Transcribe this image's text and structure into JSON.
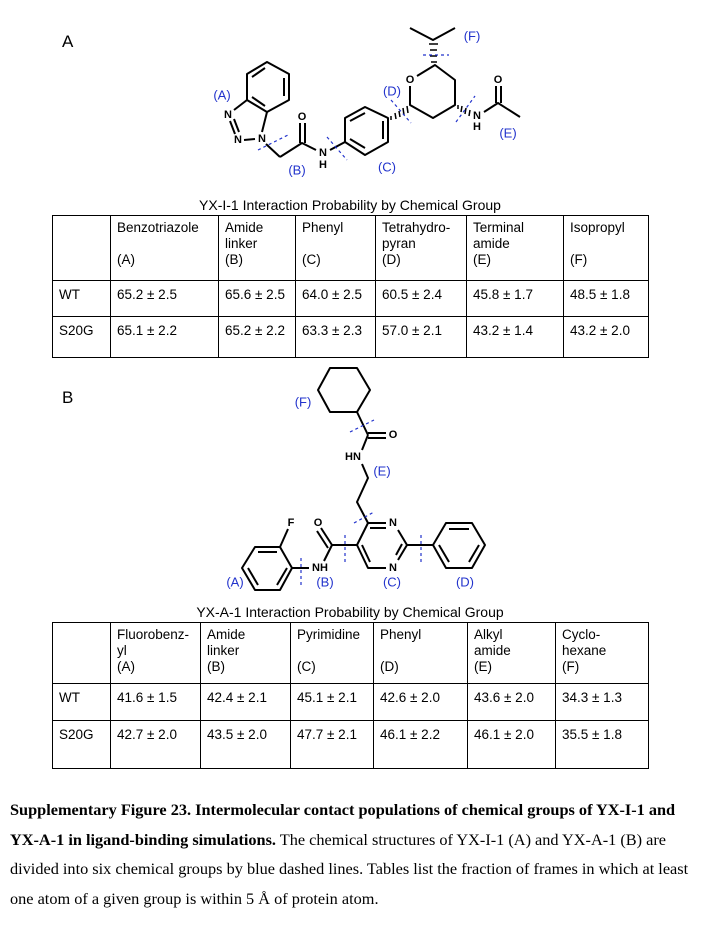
{
  "panels": {
    "a": "A",
    "b": "B"
  },
  "structure_a": {
    "atoms": {
      "n1": "N",
      "n2": "N",
      "n3": "N",
      "o1": "O",
      "nh": "N",
      "h1": "H",
      "o2": "O",
      "nh2": "N",
      "h2": "H",
      "o3": "O"
    },
    "groups": [
      "(A)",
      "(B)",
      "(C)",
      "(D)",
      "(E)",
      "(F)"
    ]
  },
  "structure_b": {
    "atoms": {
      "o1": "O",
      "hn": "HN",
      "n1": "N",
      "n2": "N",
      "o2": "O",
      "nh": "NH",
      "f": "F"
    },
    "groups": [
      "(A)",
      "(B)",
      "(C)",
      "(D)",
      "(E)",
      "(F)"
    ]
  },
  "table_a": {
    "title": "YX-I-1 Interaction Probability by Chemical Group",
    "headers": [
      [
        "Benzotriazole",
        "",
        "(A)"
      ],
      [
        "Amide",
        "linker",
        "(B)"
      ],
      [
        "Phenyl",
        "",
        "(C)"
      ],
      [
        "Tetrahydro-",
        "pyran",
        "(D)"
      ],
      [
        "Terminal",
        "amide",
        "(E)"
      ],
      [
        "Isopropyl",
        "",
        "(F)"
      ]
    ],
    "rows": [
      {
        "label": "WT",
        "values": [
          "65.2 ± 2.5",
          "65.6 ± 2.5",
          "64.0 ± 2.5",
          "60.5 ± 2.4",
          "45.8 ± 1.7",
          "48.5 ± 1.8"
        ]
      },
      {
        "label": "S20G",
        "values": [
          "65.1 ± 2.2",
          "65.2 ± 2.2",
          "63.3 ± 2.3",
          "57.0 ± 2.1",
          "43.2 ± 1.4",
          "43.2 ± 2.0"
        ]
      }
    ]
  },
  "table_b": {
    "title": "YX-A-1 Interaction Probability by Chemical Group",
    "headers": [
      [
        "Fluorobenz-",
        "yl",
        "(A)"
      ],
      [
        "Amide",
        "linker",
        "(B)"
      ],
      [
        "Pyrimidine",
        "",
        "(C)"
      ],
      [
        "Phenyl",
        "",
        "(D)"
      ],
      [
        "Alkyl",
        "amide",
        "(E)"
      ],
      [
        "Cyclo-",
        "hexane",
        "(F)"
      ]
    ],
    "rows": [
      {
        "label": "WT",
        "values": [
          "41.6 ± 1.5",
          "42.4 ± 2.1",
          "45.1 ± 2.1",
          "42.6 ± 2.0",
          "43.6 ± 2.0",
          "34.3 ± 1.3"
        ]
      },
      {
        "label": "S20G",
        "values": [
          "42.7 ± 2.0",
          "43.5 ± 2.0",
          "47.7 ± 2.1",
          "46.1 ± 2.2",
          "46.1 ± 2.0",
          "35.5 ± 1.8"
        ]
      }
    ]
  },
  "caption": {
    "bold": "Supplementary Figure 23. Intermolecular contact populations of chemical groups of YX-I-1 and YX-A-1 in ligand-binding simulations.",
    "text": " The chemical structures of YX-I-1 (A) and YX-A-1 (B) are divided into six chemical groups by blue dashed lines. Tables list the fraction of frames in which at least one atom of a given group is within 5 Å of protein atom."
  }
}
